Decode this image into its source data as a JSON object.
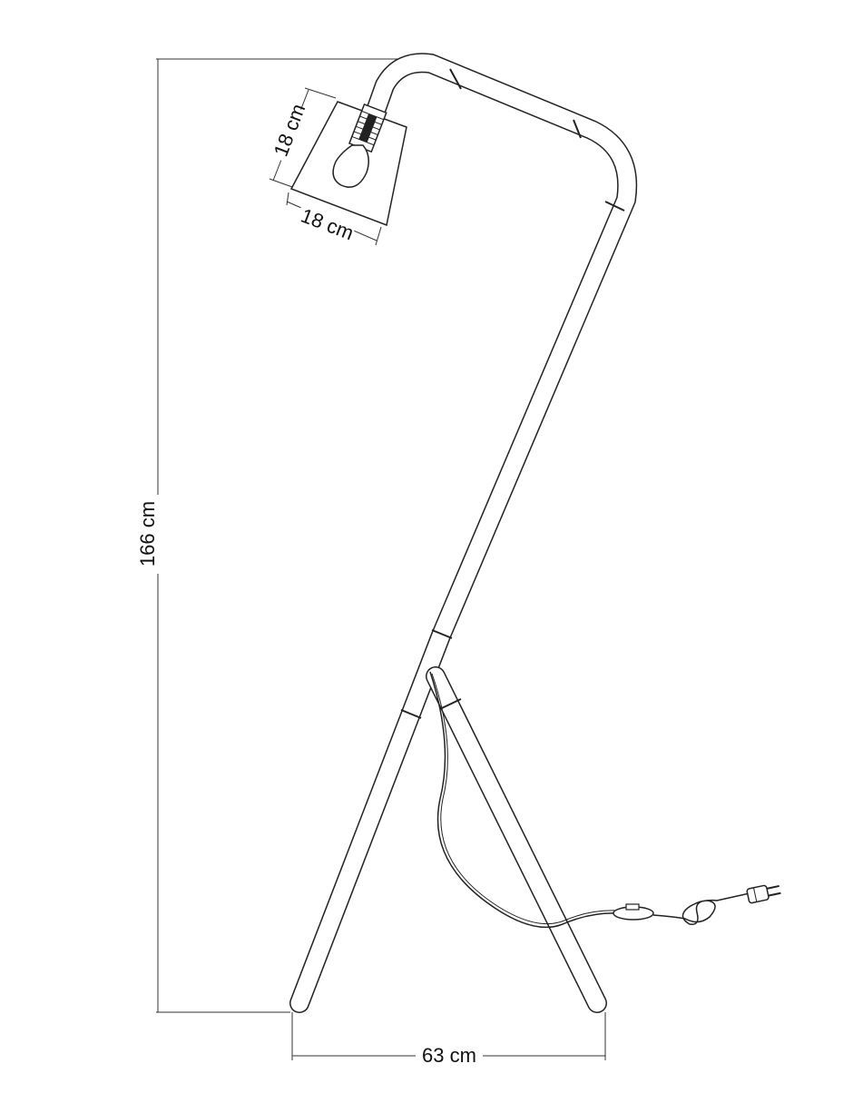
{
  "dimensions": {
    "height": "166 cm",
    "shade_height": "18 cm",
    "shade_width": "18 cm",
    "base_width": "63 cm"
  },
  "colors": {
    "stroke": "#222222",
    "background": "#ffffff"
  },
  "icons": [
    "lamp-shade-icon",
    "bulb-icon",
    "socket-icon",
    "foot-switch-icon",
    "plug-icon"
  ]
}
